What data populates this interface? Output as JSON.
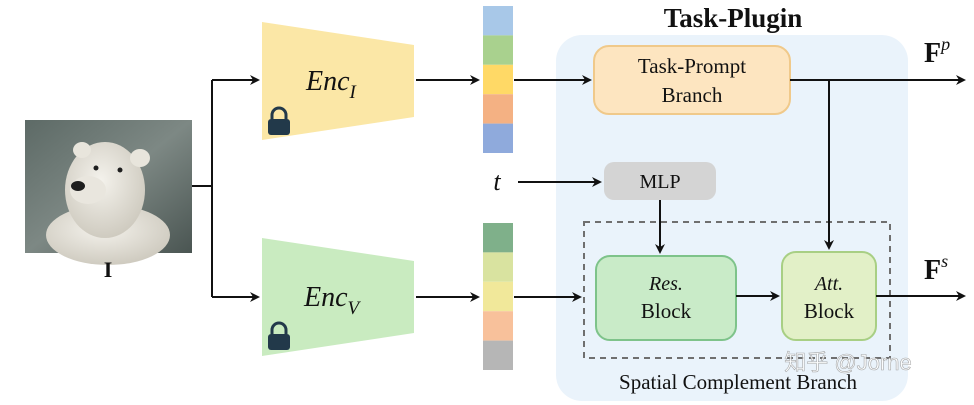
{
  "input": {
    "label": "I"
  },
  "encoders": {
    "image": {
      "label_base": "Enc",
      "label_sub": "I",
      "color": "#fbe7a6",
      "locked": true,
      "lock_icon": "lock-icon"
    },
    "visual": {
      "label_base": "Enc",
      "label_sub": "V",
      "color": "#c9ebc0",
      "locked": true,
      "lock_icon": "lock-icon"
    }
  },
  "token_stacks": {
    "top": [
      "#a8c8e8",
      "#a9d18e",
      "#ffd966",
      "#f4b183",
      "#8faadc"
    ],
    "bottom": [
      "#7fb08a",
      "#d9e3a0",
      "#f1e89a",
      "#f8c19b",
      "#b6b6b6"
    ]
  },
  "timestep": {
    "label": "t"
  },
  "plugin": {
    "title": "Task-Plugin",
    "background": "#eaf3fb"
  },
  "task_prompt_branch": {
    "line1": "Task-Prompt",
    "line2": "Branch",
    "color": "#fde5c0",
    "border": "#f0c98a"
  },
  "mlp": {
    "label": "MLP",
    "color": "#d4d4d4"
  },
  "res_block": {
    "line1": "Res.",
    "line2": "Block",
    "color": "#c9ebc8",
    "border": "#7ec38a"
  },
  "att_block": {
    "line1": "Att.",
    "line2": "Block",
    "color": "#e2f0c7",
    "border": "#a8cf84"
  },
  "spatial_branch": {
    "label": "Spatial Complement Branch"
  },
  "outputs": {
    "prompt": {
      "base": "F",
      "sup": "p"
    },
    "spatial": {
      "base": "F",
      "sup": "s"
    }
  },
  "watermark": "知乎 @Jorne"
}
